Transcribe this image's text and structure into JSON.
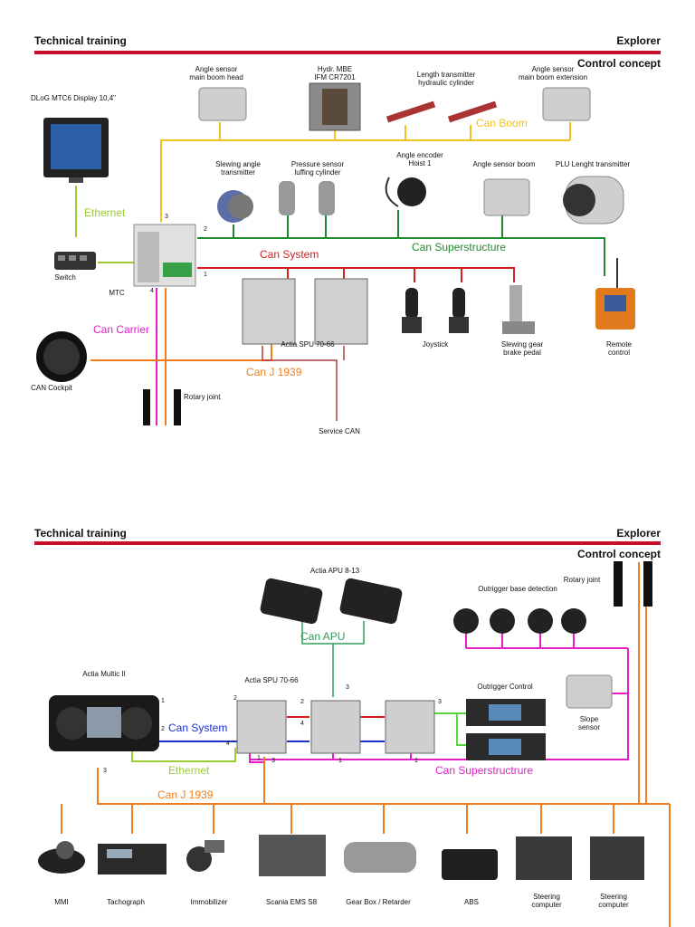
{
  "colors": {
    "header_bar": "#c8102e",
    "can_boom": "#f2c21b",
    "can_superstructure": "#1e8a2c",
    "can_system_red": "#d32020",
    "can_carrier": "#e51ec8",
    "can_j1939": "#f07c1c",
    "service_can": "#b23a3a",
    "ethernet": "#9acd32",
    "can_system_blue": "#1a2fd0",
    "can_apu": "#2e9e5e"
  },
  "page1": {
    "header": {
      "title": "Technical training",
      "brand": "Explorer",
      "subtitle": "Control concept"
    },
    "labels": {
      "display": "DLoG MTC6 Display 10,4\"",
      "angle_head": "Angle sensor\nmain boom head",
      "mbe": "Hydr. MBE\nIFM CR7201",
      "length_tx": "Length transmitter\nhydraulic cylinder",
      "angle_ext": "Angle sensor\nmain boom extension",
      "slewing_tx": "Slewing angle\ntransmitter",
      "pressure": "Pressure sensor\nluffing cylinder",
      "encoder": "Angle encoder\nHoist 1",
      "angle_boom": "Angle sensor boom",
      "plu": "PLU Lenght transmitter",
      "switch": "Switch",
      "mtc": "MTC",
      "actia": "Actia SPU 70-66",
      "joystick": "Joystick",
      "pedal": "Slewing gear\nbrake pedal",
      "remote": "Remote\ncontrol",
      "cockpit": "CAN Cockpit",
      "rotary": "Rotary joint",
      "service": "Service CAN"
    },
    "buses": {
      "ethernet": "Ethernet",
      "can_boom": "Can Boom",
      "can_super": "Can Superstructure",
      "can_system": "Can System",
      "can_carrier": "Can Carrier",
      "can_j1939": "Can J 1939"
    },
    "pins": {
      "p3": "3",
      "p2": "2",
      "p1": "1",
      "p4": "4"
    }
  },
  "page2": {
    "header": {
      "title": "Technical training",
      "brand": "Explorer",
      "subtitle": "Control concept"
    },
    "labels": {
      "apu": "Actia APU 8-13",
      "rotary": "Rotary joint",
      "outrigger_base": "Outrigger base detection",
      "multic": "Actia Multic II",
      "spu": "Actia SPU 70-66",
      "outrigger_ctrl": "Outrigger Control",
      "slope": "Slope\nsensor",
      "mmi": "MMI",
      "tacho": "Tachograph",
      "immob": "Immobilizer",
      "scania": "Scania EMS S8",
      "gearbox": "Gear Box / Retarder",
      "abs": "ABS",
      "steer1": "Steering\ncomputer",
      "steer2": "Steering\ncomputer"
    },
    "buses": {
      "can_apu": "Can APU",
      "can_system": "Can System",
      "ethernet": "Ethernet",
      "can_super": "Can Superstructrure",
      "can_j1939": "Can J 1939"
    },
    "pins": {
      "m1": "1",
      "m2": "2",
      "m3": "3",
      "a2": "2",
      "a4": "4",
      "a1": "1",
      "a3": "3",
      "b2": "2",
      "b4": "4",
      "b3": "3",
      "b1": "1",
      "c3": "3",
      "c1": "1"
    }
  }
}
